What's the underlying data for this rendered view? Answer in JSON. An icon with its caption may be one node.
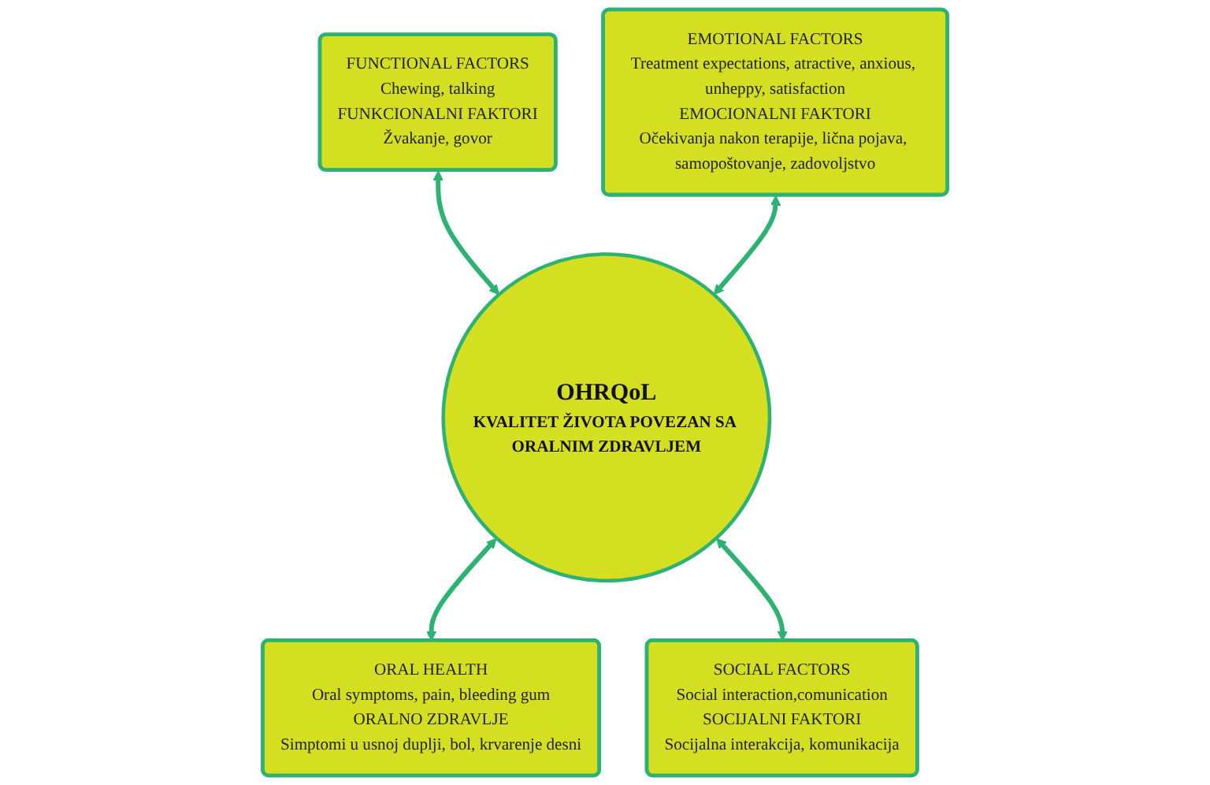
{
  "diagram": {
    "nodes": [
      {
        "text": [
          "FUNCTIONAL FACTORS",
          "Chewing, talking",
          "FUNKCIONALNI FAKTORI",
          "Žvakanje, govor"
        ]
      },
      {
        "text": [
          "EMOTIONAL FACTORS",
          "Treatment expectations, atractive, anxious, unheppy, satisfaction",
          "EMOCIONALNI FAKTORI",
          "Očekivanja nakon terapije, lična pojava, samopoštovanje, zadovoljstvo"
        ]
      },
      {
        "text": [
          "OHRQoL",
          "KVALITET ŽIVOTA POVEZAN SA ORALNIM ZDRAVLJEM"
        ]
      },
      {
        "text": [
          "ORAL HEALTH",
          "Oral symptoms, pain, bleeding gum",
          "ORALNO ZDRAVLJE",
          "Simptomi u usnoj duplji, bol, krvarenje desni"
        ]
      },
      {
        "text": [
          "SOCIAL FACTORS",
          "Social interaction,comunication",
          "SOCIJALNI FAKTORI",
          "Socijalna interakcija, komunikacija"
        ]
      }
    ],
    "edges": [
      {
        "from": 0,
        "to": 2,
        "arrow": "both"
      },
      {
        "from": 1,
        "to": 2,
        "arrow": "both"
      },
      {
        "from": 2,
        "to": 3,
        "arrow": "both"
      },
      {
        "from": 2,
        "to": 4,
        "arrow": "both"
      }
    ]
  }
}
